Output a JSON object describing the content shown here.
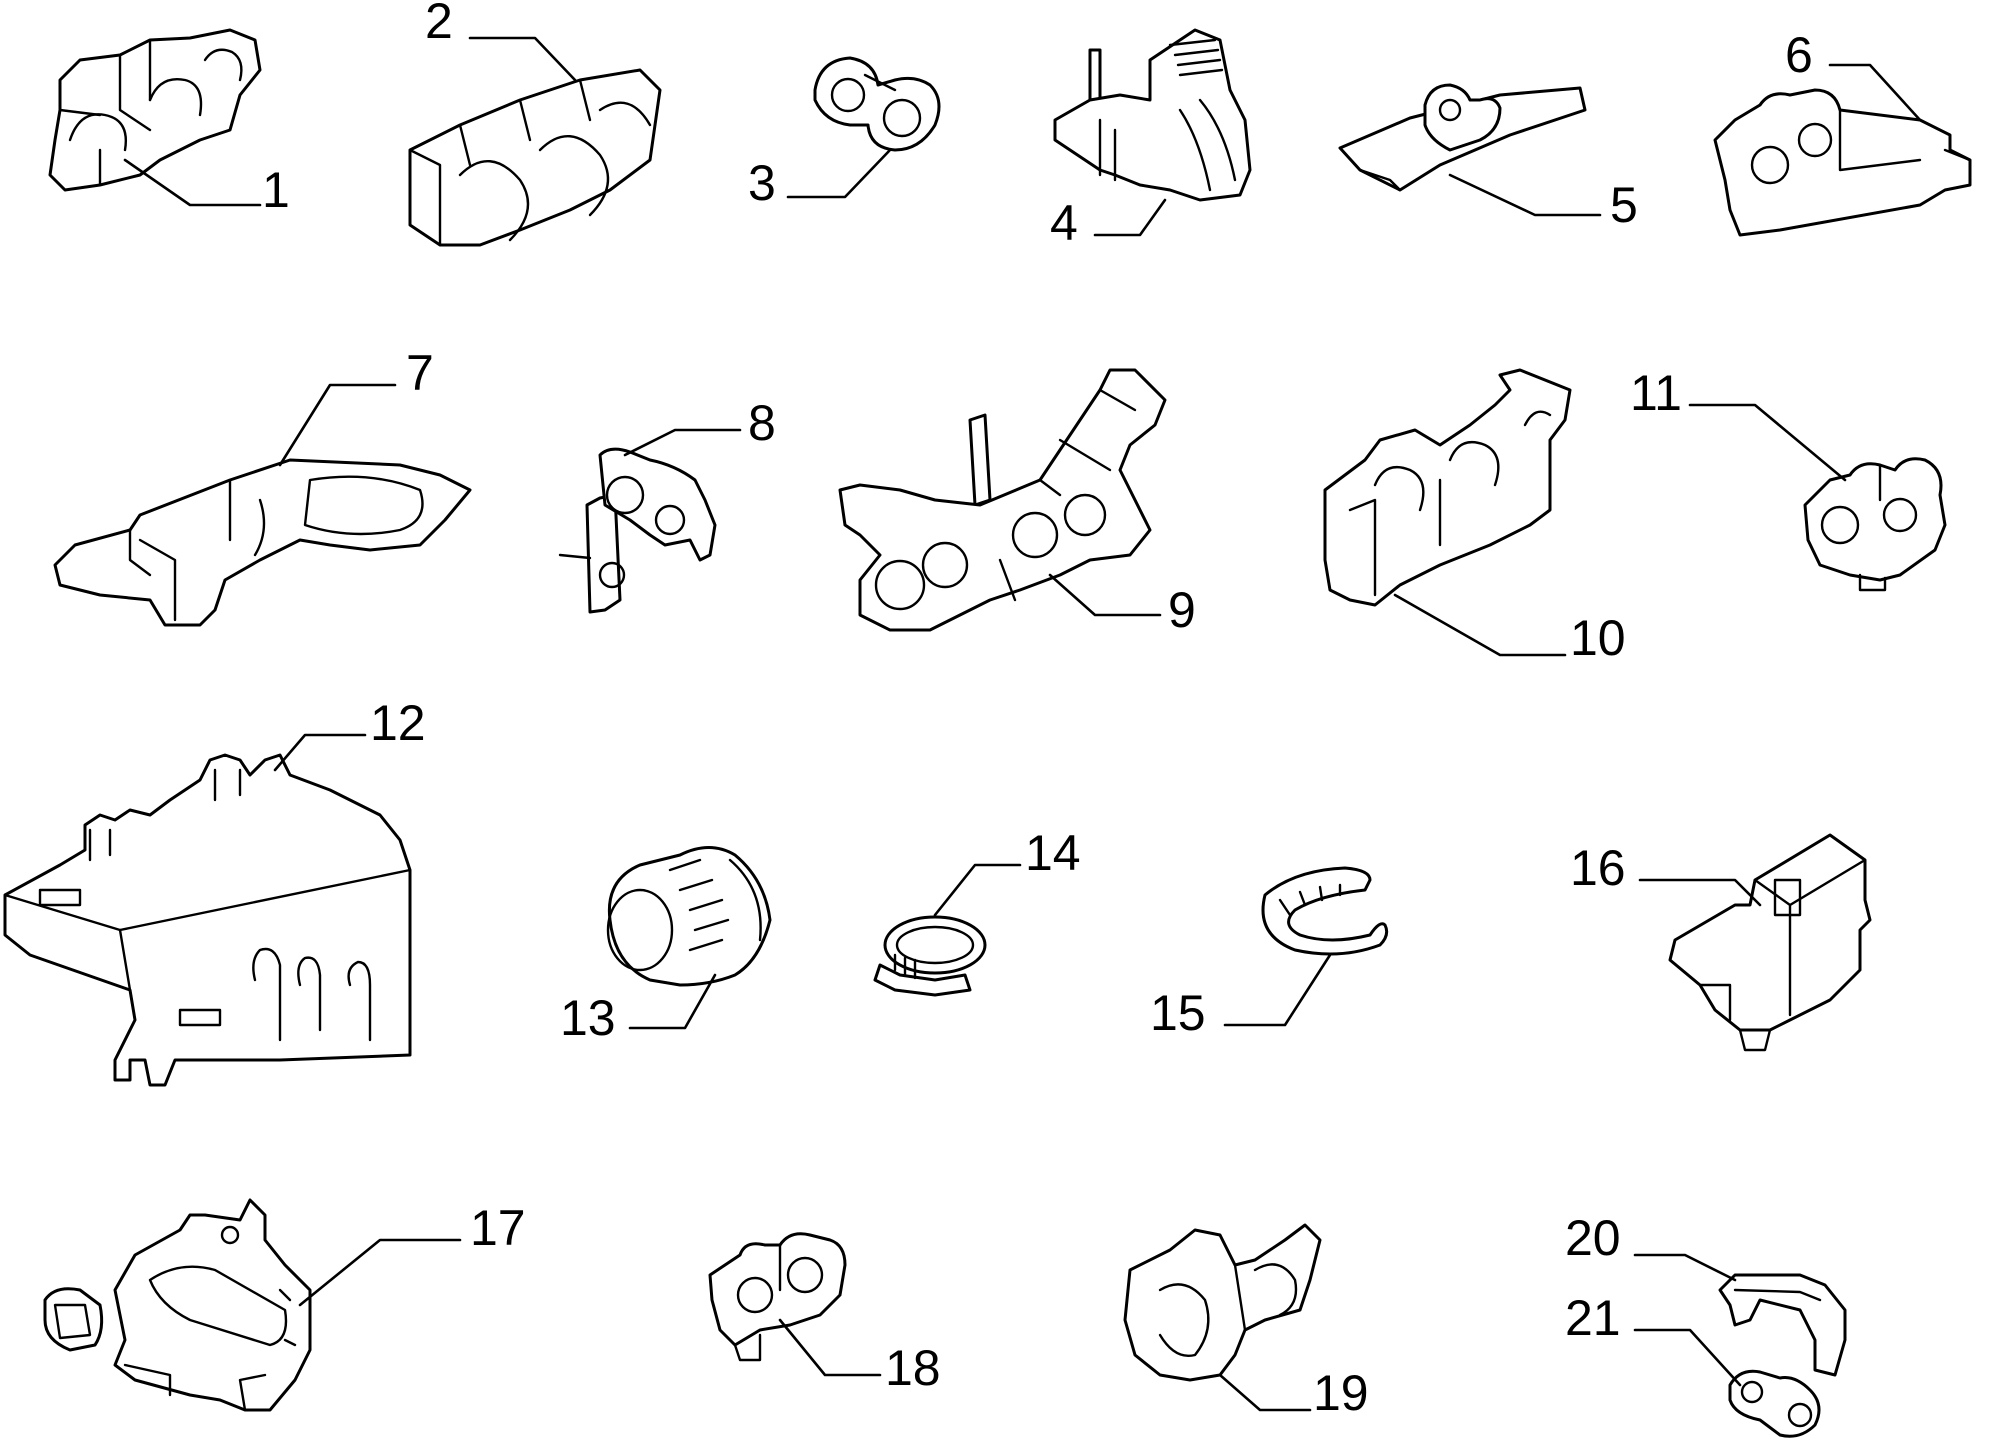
{
  "diagram": {
    "type": "exploded-parts-diagram",
    "callouts": [
      {
        "number": "1"
      },
      {
        "number": "2"
      },
      {
        "number": "3"
      },
      {
        "number": "4"
      },
      {
        "number": "5"
      },
      {
        "number": "6"
      },
      {
        "number": "7"
      },
      {
        "number": "8"
      },
      {
        "number": "9"
      },
      {
        "number": "10"
      },
      {
        "number": "11"
      },
      {
        "number": "12"
      },
      {
        "number": "13"
      },
      {
        "number": "14"
      },
      {
        "number": "15"
      },
      {
        "number": "16"
      },
      {
        "number": "17"
      },
      {
        "number": "18"
      },
      {
        "number": "19"
      },
      {
        "number": "20"
      },
      {
        "number": "21"
      }
    ]
  }
}
